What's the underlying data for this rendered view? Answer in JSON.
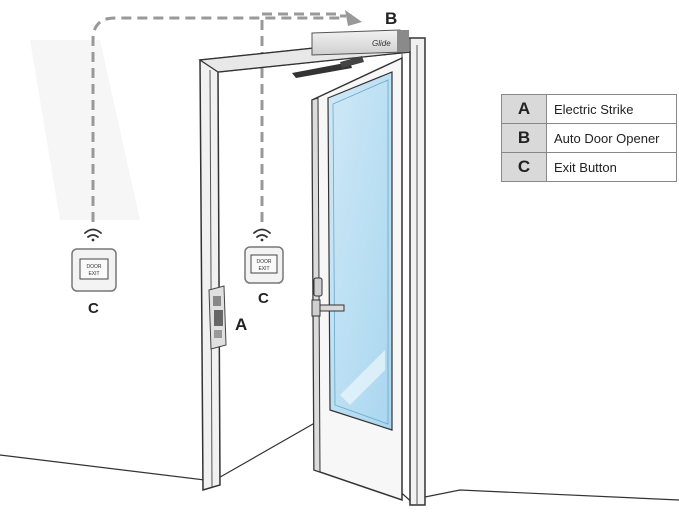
{
  "labels": {
    "strike": "A",
    "opener": "B",
    "exit_left": "C",
    "exit_right": "C"
  },
  "opener_brand": "Glide",
  "exit_button_text": [
    "DOOR",
    "EXIT"
  ],
  "legend": [
    {
      "key": "A",
      "label": "Electric Strike"
    },
    {
      "key": "B",
      "label": "Auto Door Opener"
    },
    {
      "key": "C",
      "label": "Exit Button"
    }
  ]
}
